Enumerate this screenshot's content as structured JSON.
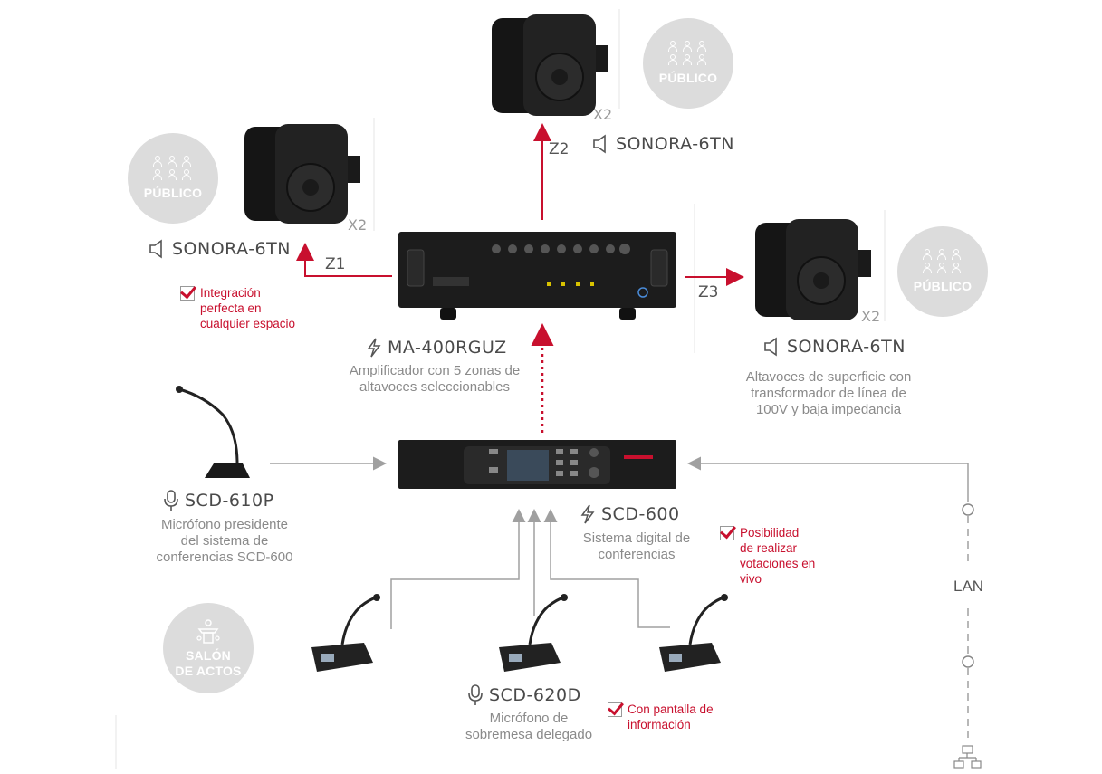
{
  "public_label": "PÚBLICO",
  "salon_label": "SALÓN\nDE ACTOS",
  "speaker_model": "SONORA-6TN",
  "speaker_qty": "X2",
  "zones": {
    "z1": "Z1",
    "z2": "Z2",
    "z3": "Z3"
  },
  "amplifier": {
    "model": "MA-400RGUZ",
    "desc": "Amplificador con 5 zonas de\naltavoces seleccionables"
  },
  "speaker_desc": "Altavoces de superficie con\ntransformador de línea de\n100V y baja impedancia",
  "president_mic": {
    "model": "SCD-610P",
    "desc": "Micrófono presidente\ndel sistema de\nconferencias SCD-600"
  },
  "conference": {
    "model": "SCD-600",
    "desc": "Sistema digital de\nconferencias"
  },
  "delegate_mic": {
    "model": "SCD-620D",
    "desc": "Micrófono de\nsobremesa delegado"
  },
  "features": {
    "integration": "Integración\nperfecta en\ncualquier espacio",
    "voting": "Posibilidad\nde realizar\nvotaciones en\nvivo",
    "display": "Con pantalla de\ninformación"
  },
  "lan_label": "LAN",
  "colors": {
    "accent": "#c8102e",
    "line": "#9a9a9a",
    "circle": "#dcdcdc",
    "device": "#1c1c1c"
  }
}
